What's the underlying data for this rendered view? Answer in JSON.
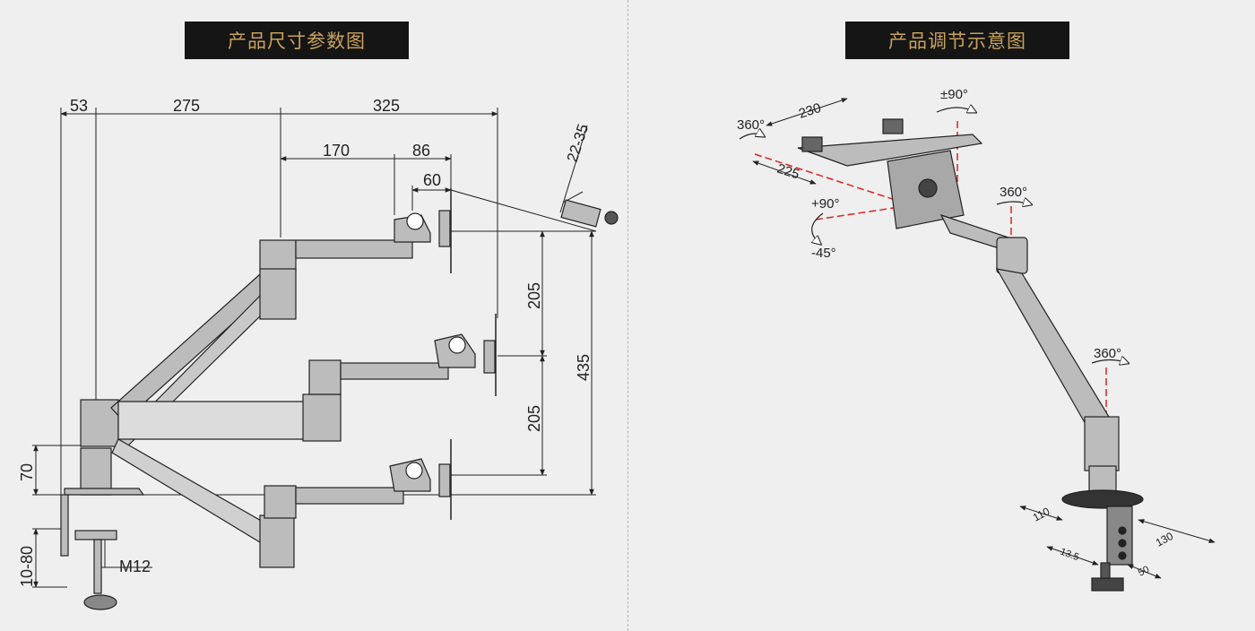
{
  "titles": {
    "left": "产品尺寸参数图",
    "right": "产品调节示意图"
  },
  "dimensions": {
    "d53": "53",
    "d275": "275",
    "d325": "325",
    "d170": "170",
    "d86": "86",
    "d60": "60",
    "d22_35": "22-35",
    "d205_top": "205",
    "d205_bottom": "205",
    "d435": "435",
    "d70": "70",
    "d10_80": "10-80",
    "m12": "M12"
  },
  "adjustments": {
    "rot_plate": "360°",
    "tilt_pm90": "±90°",
    "d230": "230",
    "d225": "225",
    "tilt_up": "+90°",
    "tilt_down": "-45°",
    "rot_joint1": "360°",
    "rot_joint2": "360°",
    "d110": "110",
    "d130": "130",
    "d13_5": "13.5",
    "d50": "50"
  },
  "colors": {
    "title_bg": "#151515",
    "title_text": "#c9a25c",
    "arm_fill": "#bcbcbc",
    "line": "#222222",
    "axis_red": "#e02020"
  }
}
